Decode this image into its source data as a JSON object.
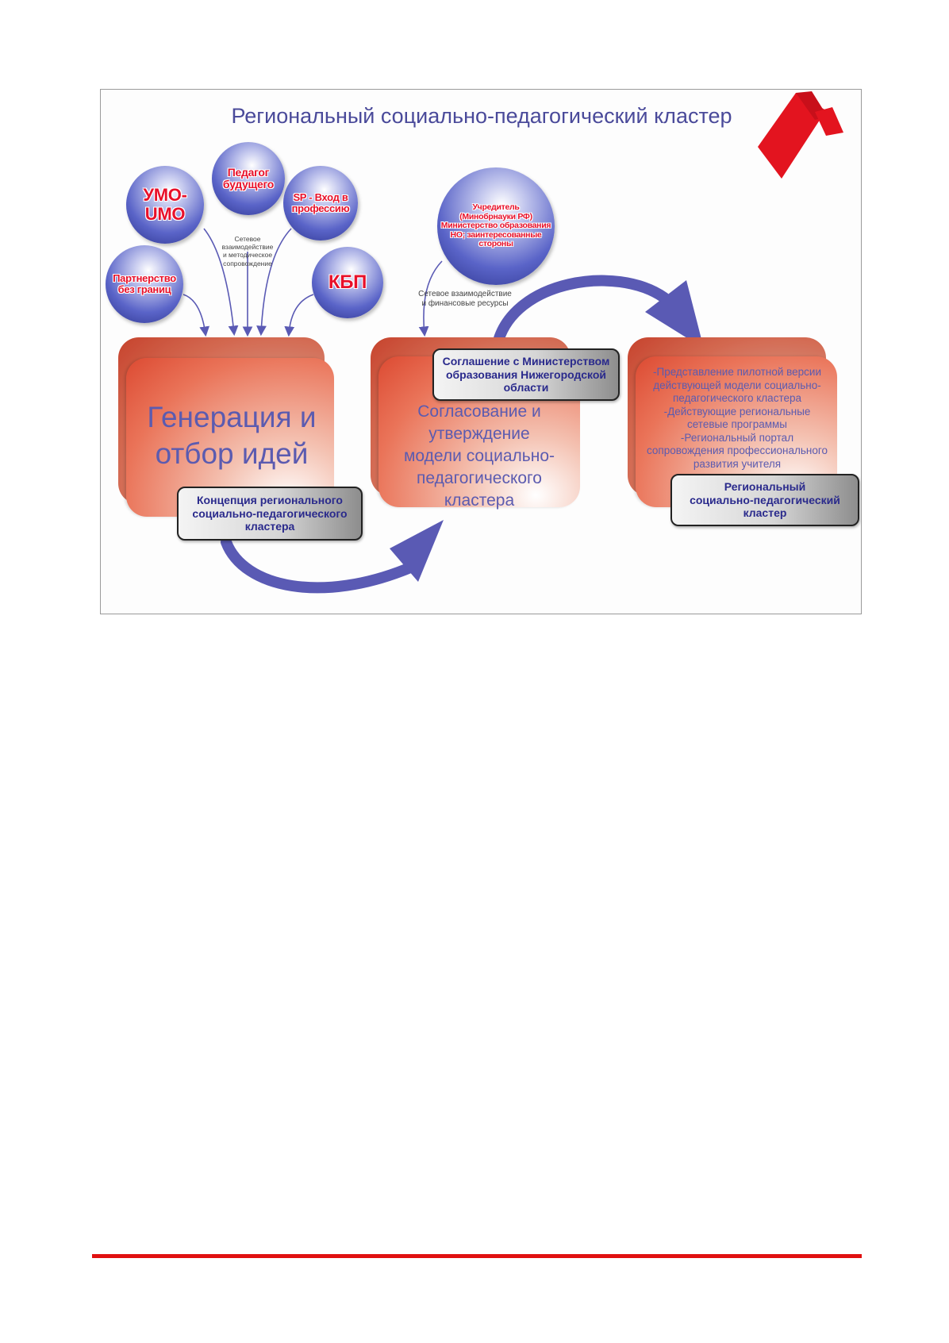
{
  "title": "Региональный социально-педагогический кластер",
  "circles": {
    "umo": "УМО-\nUMO",
    "pedagog": "Педагог\nбудущего",
    "sp": "SP - Вход в\nпрофессию",
    "partnerstvo": "Партнерство\nбез границ",
    "kbp": "КБП",
    "uchreditel": "Учредитель\n(Минобрнауки РФ)\nМинистерство образования\nНО; заинтересованные\nстороны"
  },
  "network_labels": {
    "method": "Сетевое\nвзаимодействие\nи методическое\nсопровождение",
    "finance": "Сетевое взаимодействие\nи финансовые ресурсы"
  },
  "stages": {
    "generation": "Генерация и\nотбор идей",
    "approval": "Согласование и\nутверждение\nмодели социально-\nпедагогического\nкластера",
    "results": "-Представление пилотной версии\nдействующей модели социально-\nпедагогического кластера\n-Действующие региональные\nсетевые программы\n-Региональный портал\nсопровождения профессионального\nразвития учителя"
  },
  "outputs": {
    "concept": "Концепция регионального\nсоциально-педагогического\nкластера",
    "agreement": "Соглашение с Министерством\nобразования Нижегородской\nобласти",
    "cluster": "Региональный\nсоциально-педагогический\nкластер"
  },
  "colors": {
    "arrow": "#5a5ab4",
    "logo": "#e3141f",
    "title": "#4a4a9a",
    "circle_text": "#e8102a",
    "footer_line": "#e01010"
  },
  "icons": {
    "logo": "red-folded-ribbon-logo"
  }
}
